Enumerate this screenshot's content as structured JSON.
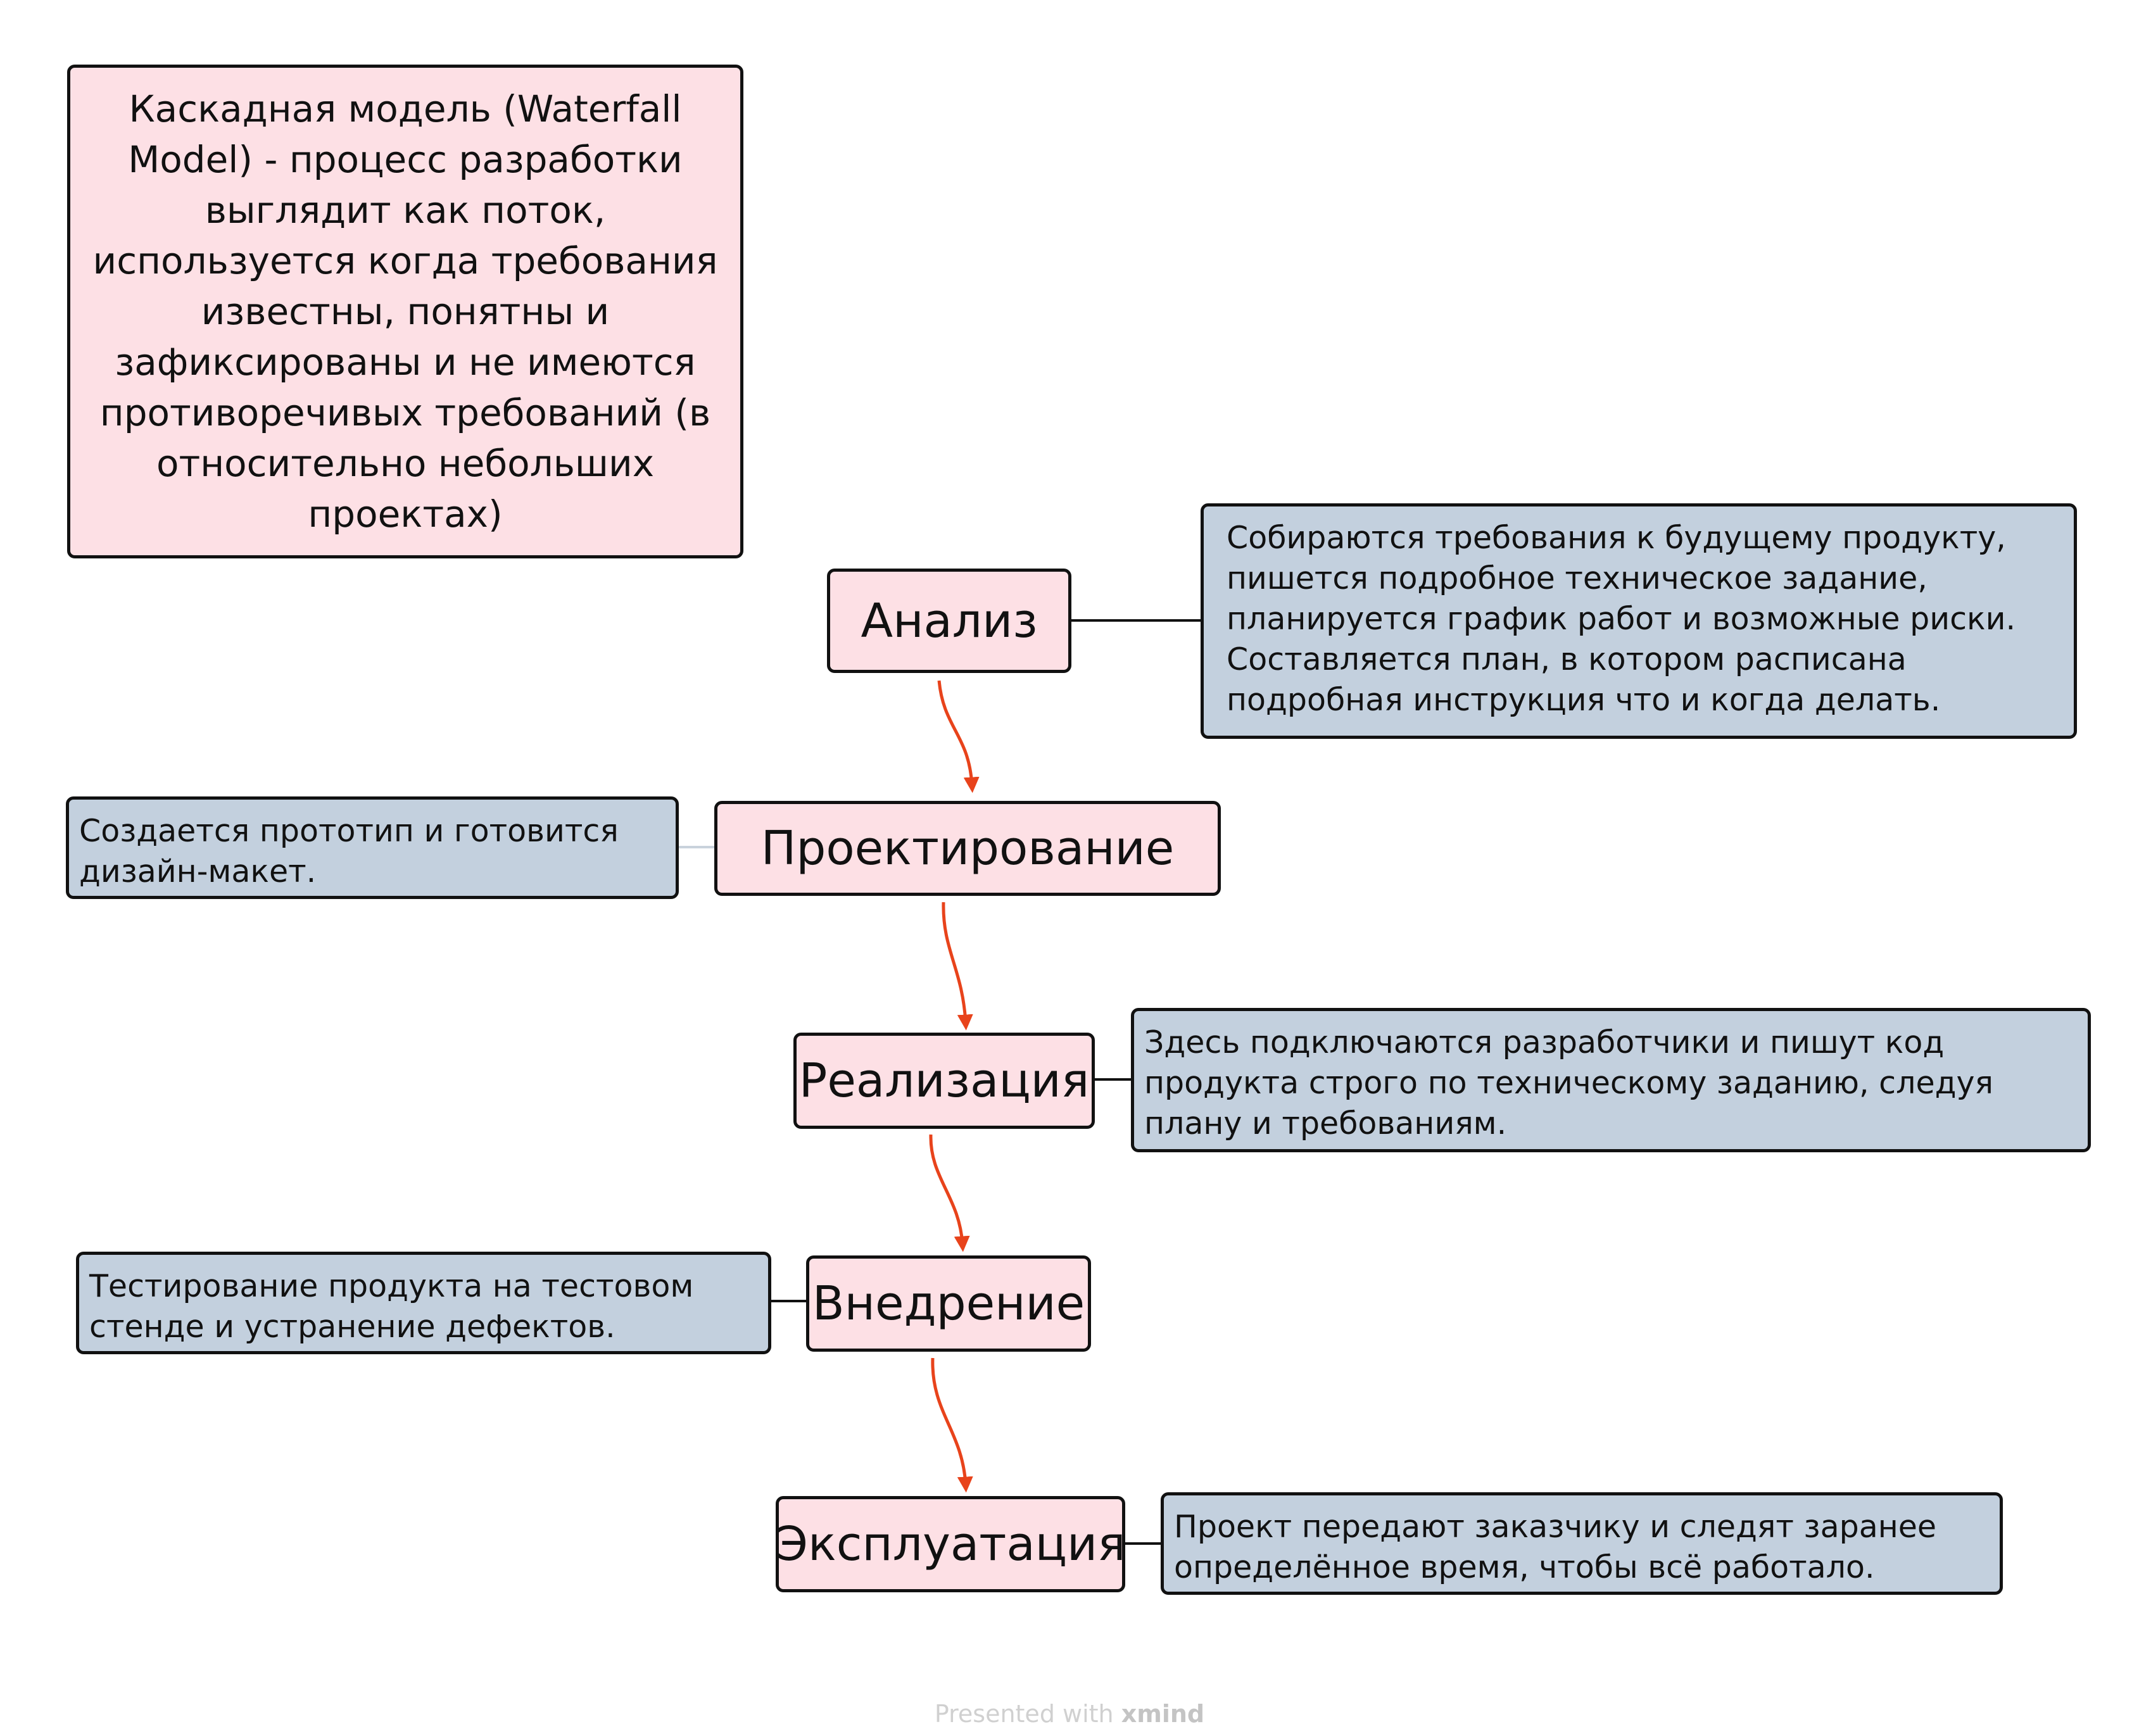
{
  "intro": {
    "text": "Каскадная модель (Waterfall Model) - процесс разработки выглядит как поток, используется когда требования известны, понятны и зафиксированы и не имеются противоречивых требований (в относительно небольших проектах)"
  },
  "stages": [
    {
      "label": "Анализ",
      "note": "Собираются требования к будущему продукту, пишется подробное техническое задание, планируется график работ и возможные риски. Составляется план, в котором расписана подробная инструкция что и когда делать."
    },
    {
      "label": "Проектирование",
      "note": "Создается прототип и готовится дизайн-макет."
    },
    {
      "label": "Реализация",
      "note": "Здесь подключаются разработчики и пишут код продукта строго по техническому заданию, следуя плану и требованиям."
    },
    {
      "label": "Внедрение",
      "note": "Тестирование продукта на тестовом стенде и устранение дефектов."
    },
    {
      "label": "Эксплуатация",
      "note": "Проект передают заказчику и следят заранее определённое время, чтобы всё работало."
    }
  ],
  "footer": {
    "prefix": "Presented with",
    "brand": "xmind"
  },
  "colors": {
    "stage_fill": "#fde0e5",
    "note_fill": "#c3d0de",
    "arrow": "#e8431b",
    "border": "#111111"
  }
}
